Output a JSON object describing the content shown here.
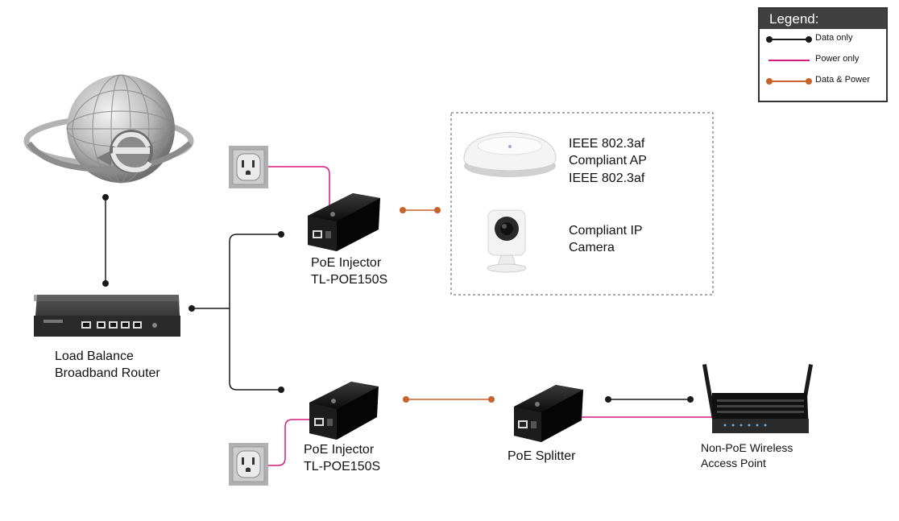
{
  "legend": {
    "title": "Legend:",
    "items": [
      {
        "label": "Data only",
        "color": "#1a1a1a",
        "dots": true
      },
      {
        "label": "Power only",
        "color": "#d6197f",
        "dots": false
      },
      {
        "label": "Data & Power",
        "color": "#c8612a",
        "dots": true
      }
    ]
  },
  "colors": {
    "data": "#1a1a1a",
    "power": "#d6197f",
    "data_power": "#c8612a",
    "device_body": "#151515",
    "outlet_face": "#c9c9c9"
  },
  "devices": {
    "internet": {
      "icon": "internet-globe-icon"
    },
    "router": {
      "line1": "Load Balance",
      "line2": "Broadband Router"
    },
    "injector_top": {
      "line1": "PoE Injector",
      "line2": "TL-POE150S"
    },
    "injector_bottom": {
      "line1": "PoE Injector",
      "line2": "TL-POE150S"
    },
    "access_point": {
      "line1": "IEEE 802.3af",
      "line2": "Compliant AP"
    },
    "ip_camera": {
      "line1": "IEEE 802.3af",
      "line2": "Compliant IP",
      "line3": "Camera"
    },
    "splitter": {
      "label": "PoE Splitter"
    },
    "wireless_ap": {
      "line1": "Non-PoE Wireless",
      "line2": "Access Point"
    }
  }
}
